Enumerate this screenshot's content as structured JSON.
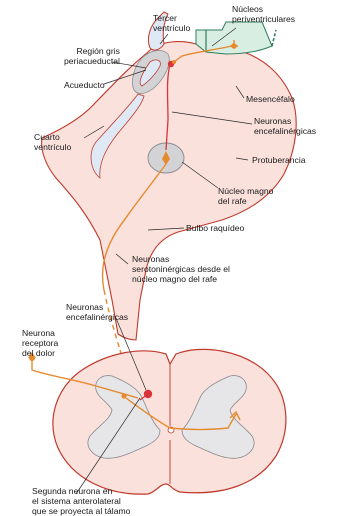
{
  "labels": {
    "tercer_ventriculo": "Tercer\nventrículo",
    "nucleos_periventriculares": "Núcleos\nperiventriculares",
    "region_gris": "Región gris\nperiacueductal",
    "acueducto": "Acueducto",
    "mesencefalo": "Mesencéfalo",
    "neuronas_encefalinergicas_top": "Neuronas\nencefalinérgicas",
    "cuarto_ventriculo": "Cuarto\nventrículo",
    "protuberancia": "Protuberancia",
    "nucleo_magno": "Núcleo magno\ndel rafe",
    "bulbo": "Bulbo raquídeo",
    "serotoninergicas": "Neuronas\nserotoninérgicas desde el\nnúcleo magno del rafe",
    "neuronas_encefalinergicas_bottom": "Neuronas\nencefalinérgicas",
    "neurona_receptora": "Neurona\nreceptora\ndel dolor",
    "segunda_neurona": "Segunda neurona en\nel sistema anterolateral\nque se proyecta al tálamo"
  },
  "colors": {
    "tissue_fill": "#fbe1dc",
    "tissue_outline": "#c0392b",
    "ventricle_fill": "#dfe9f5",
    "grey_matter": "#d3d3d6",
    "periventricular": "#2e7d5b",
    "orange_pathway": "#e58a2f",
    "enkephalin_neuron": "#d9343b"
  }
}
